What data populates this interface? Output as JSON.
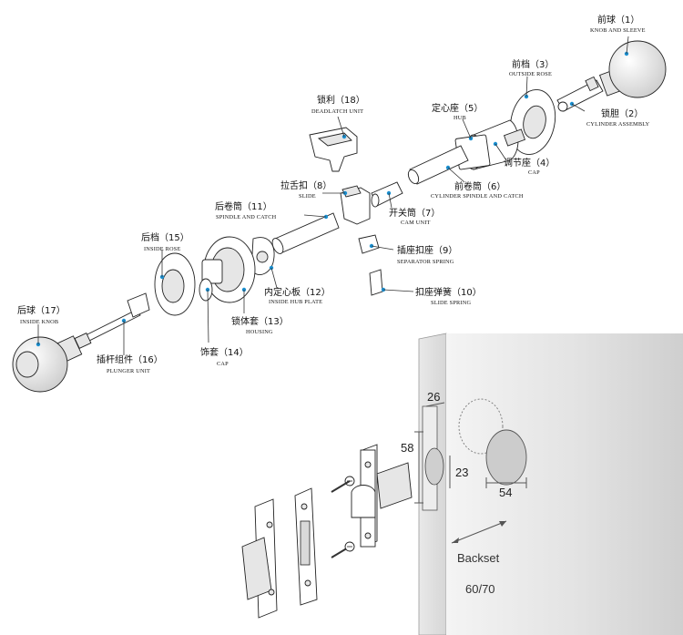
{
  "parts": [
    {
      "id": "p1",
      "cn": "前球（1）",
      "en": "KNOB AND SLEEVE"
    },
    {
      "id": "p2",
      "cn": "锁胆（2）",
      "en": "CYLINDER ASSEMBLY"
    },
    {
      "id": "p3",
      "cn": "前档（3）",
      "en": "OUTSIDE ROSE"
    },
    {
      "id": "p4",
      "cn": "调节座（4）",
      "en": "CAP"
    },
    {
      "id": "p5",
      "cn": "定心座（5）",
      "en": "HUB"
    },
    {
      "id": "p6",
      "cn": "前卷筒（6）",
      "en": "CYLINDER SPINDLE AND CATCH"
    },
    {
      "id": "p7",
      "cn": "开关筒（7）",
      "en": "CAM UNIT"
    },
    {
      "id": "p8",
      "cn": "拉舌扣（8）",
      "en": "SLIDE"
    },
    {
      "id": "p9",
      "cn": "插座扣座（9）",
      "en": "SEPARATOR SPRING"
    },
    {
      "id": "p10",
      "cn": "扣座弹簧（10）",
      "en": "SLIDE SPRING"
    },
    {
      "id": "p11",
      "cn": "后卷筒（11）",
      "en": "SPINDLE AND CATCH"
    },
    {
      "id": "p12",
      "cn": "内定心板（12）",
      "en": "INSIDE HUB PLATE"
    },
    {
      "id": "p13",
      "cn": "锁体套（13）",
      "en": "HOUSING"
    },
    {
      "id": "p14",
      "cn": "饰套（14）",
      "en": "CAP"
    },
    {
      "id": "p15",
      "cn": "后档（15）",
      "en": "INSIDE ROSE"
    },
    {
      "id": "p16",
      "cn": "插杆组件（16）",
      "en": "PLUNGER UNIT"
    },
    {
      "id": "p17",
      "cn": "后球（17）",
      "en": "INSIDE KNOB"
    },
    {
      "id": "p18",
      "cn": "锁利（18）",
      "en": "DEADLATCH UNIT"
    }
  ],
  "dimensions": {
    "d26": "26",
    "d58": "58",
    "d23": "23",
    "d54": "54",
    "backset_label": "Backset",
    "backset_value": "60/70"
  },
  "colors": {
    "callout_dot": "#1a8fd0",
    "door": "#e4e4e4"
  }
}
